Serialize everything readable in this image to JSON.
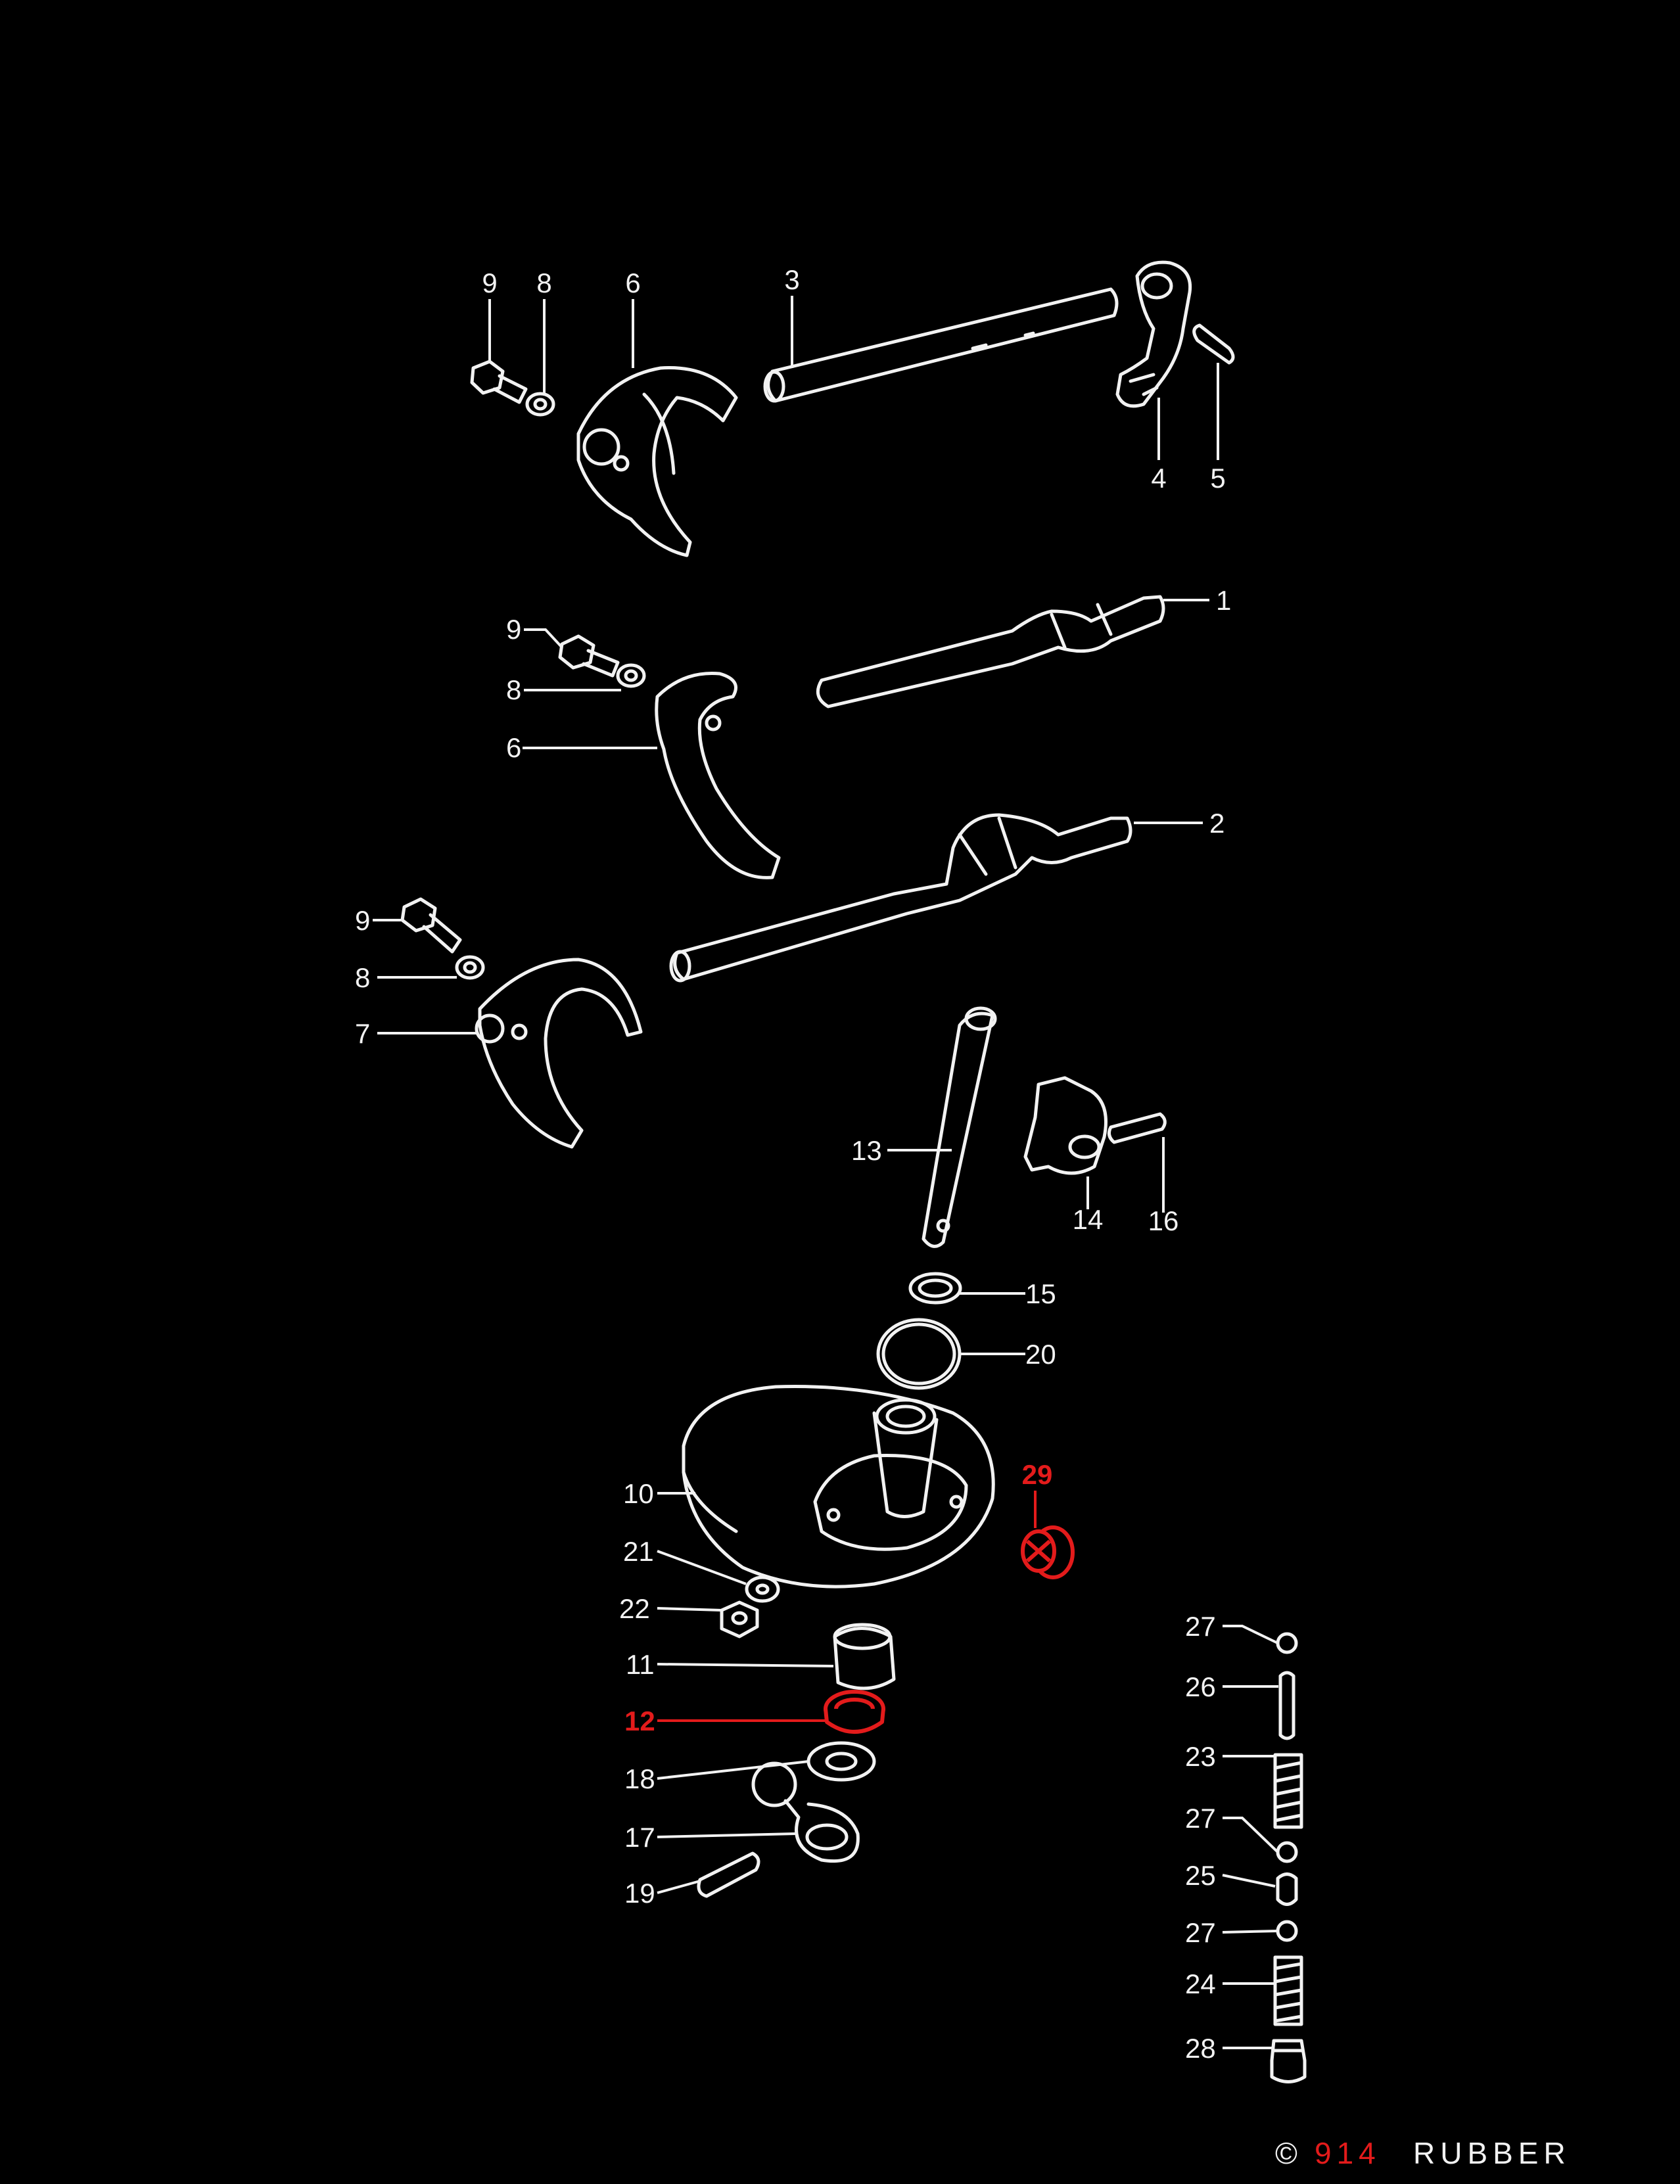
{
  "diagram": {
    "callouts": {
      "c1": "1",
      "c2": "2",
      "c3": "3",
      "c4": "4",
      "c5": "5",
      "c6a": "6",
      "c6b": "6",
      "c7": "7",
      "c8a": "8",
      "c8b": "8",
      "c8c": "8",
      "c9a": "9",
      "c9b": "9",
      "c9c": "9",
      "c10": "10",
      "c11": "11",
      "c12": "12",
      "c13": "13",
      "c14": "14",
      "c15": "15",
      "c16": "16",
      "c17": "17",
      "c18": "18",
      "c19": "19",
      "c20": "20",
      "c21": "21",
      "c22": "22",
      "c23": "23",
      "c24": "24",
      "c25": "25",
      "c26": "26",
      "c27a": "27",
      "c27b": "27",
      "c27c": "27",
      "c28": "28",
      "c29": "29"
    },
    "highlighted_parts": [
      "12",
      "29"
    ],
    "highlight_color": "#e31b1b",
    "line_color": "#f2f2f2",
    "background_color": "#000000"
  },
  "brand": {
    "copyright_symbol": "©",
    "number": "914",
    "name": "RUBBER",
    "number_color": "#e31b1b",
    "name_color": "#f2f2f2"
  }
}
